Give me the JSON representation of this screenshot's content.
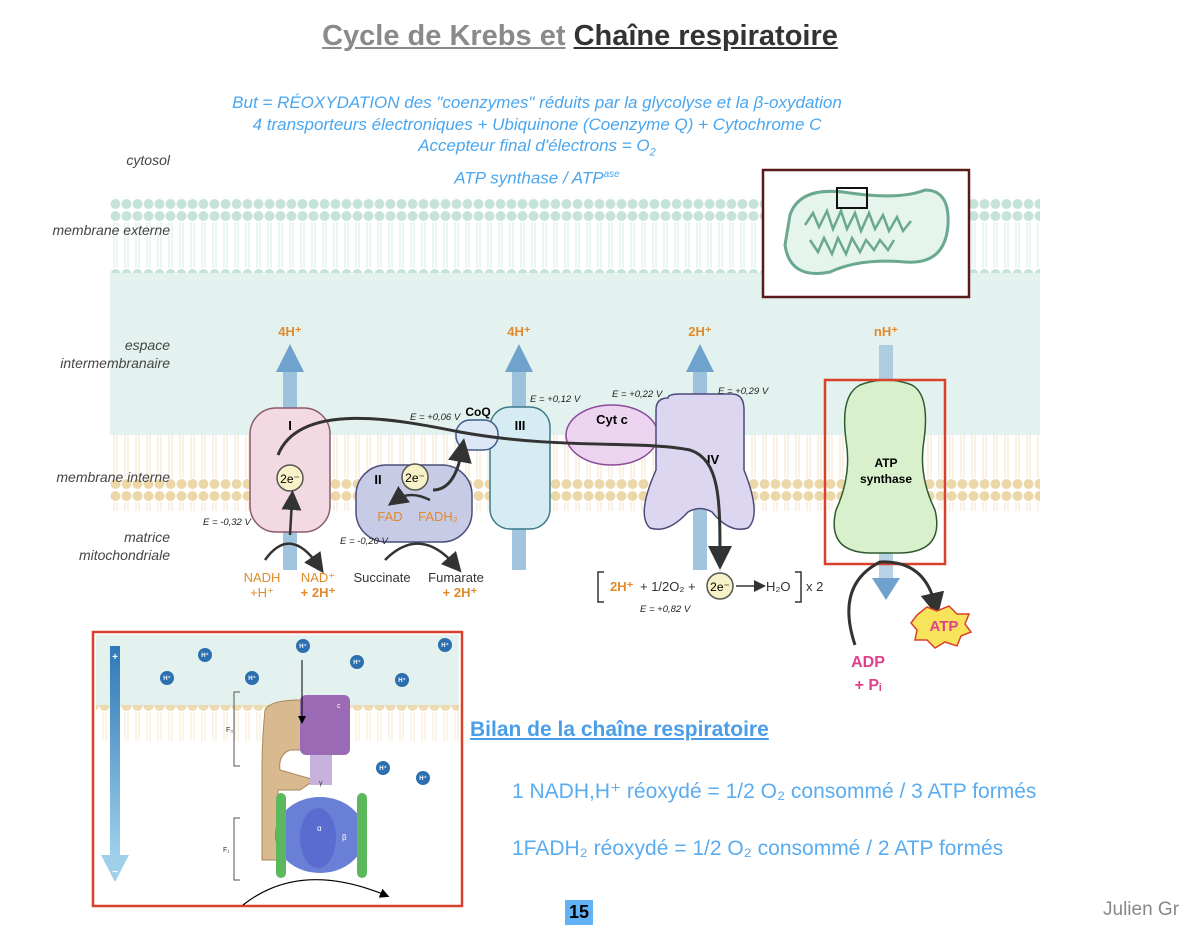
{
  "title": {
    "part1": "Cycle de Krebs et",
    "part2": "Chaîne respiratoire"
  },
  "goals": [
    "But = RÉOXYDATION des \"coenzymes\" réduits par la glycolyse et la β-oxydation",
    "4 transporteurs électroniques + Ubiquinone (Coenzyme Q) + Cytochrome C",
    "Accepteur final d'électrons = O",
    "2",
    "ATP synthase / ATP",
    "ase"
  ],
  "regions": {
    "cytosol": "cytosol",
    "outer_membrane": "membrane externe",
    "intermembrane_1": "espace",
    "intermembrane_2": "intermembranaire",
    "inner_membrane": "membrane interne",
    "matrix_1": "matrice",
    "matrix_2": "mitochondriale"
  },
  "diagram": {
    "complex_I": "I",
    "complex_II": "II",
    "complex_III": "III",
    "complex_IV": "IV",
    "coq": "CoQ",
    "cytc": "Cyt c",
    "atp_synthase_1": "ATP",
    "atp_synthase_2": "synthase",
    "protons": [
      "4H⁺",
      "4H⁺",
      "2H⁺",
      "nH⁺"
    ],
    "potentials": [
      "E = -0,32 V",
      "E = -0,20 V",
      "E = +0,06 V",
      "E = +0,12 V",
      "E = +0,22 V",
      "E = +0,29 V",
      "E = +0,82 V"
    ],
    "electrons": "2e⁻",
    "nadh": "NADH",
    "nadh_h": "+H⁺",
    "nad": "NAD⁺",
    "nad_2h": "+ 2H⁺",
    "fad": "FAD",
    "fadh2": "FADH₂",
    "succinate": "Succinate",
    "fumarate": "Fumarate",
    "fumarate_2h": "+ 2H⁺",
    "o2_eq_h": "2H⁺",
    "o2_eq_mid": "+ 1/2O₂ +",
    "o2_eq_h2o": "H₂O",
    "o2_eq_x2": "x 2",
    "atp": "ATP",
    "adp": "ADP",
    "pi": "+ Pᵢ"
  },
  "inset": {
    "plus": "+",
    "minus": "−",
    "proton": "H⁺",
    "f0": "F₀",
    "f1": "F₁",
    "c": "c",
    "gamma": "γ",
    "alpha": "α",
    "beta": "β"
  },
  "bilan": {
    "title": "Bilan de la chaîne respiratoire",
    "line1": "1 NADH,H⁺ réoxydé = 1/2 O₂ consommé / 3 ATP formés",
    "line2": "1FADH₂ réoxydé = 1/2 O₂ consommé / 2 ATP formés"
  },
  "page_number": "15",
  "author": "Julien Gr",
  "colors": {
    "accent_blue": "#4aa6ee",
    "proton_orange": "#e08a2c",
    "highlight_red": "#d9412f",
    "atp_pink": "#e0408a"
  }
}
